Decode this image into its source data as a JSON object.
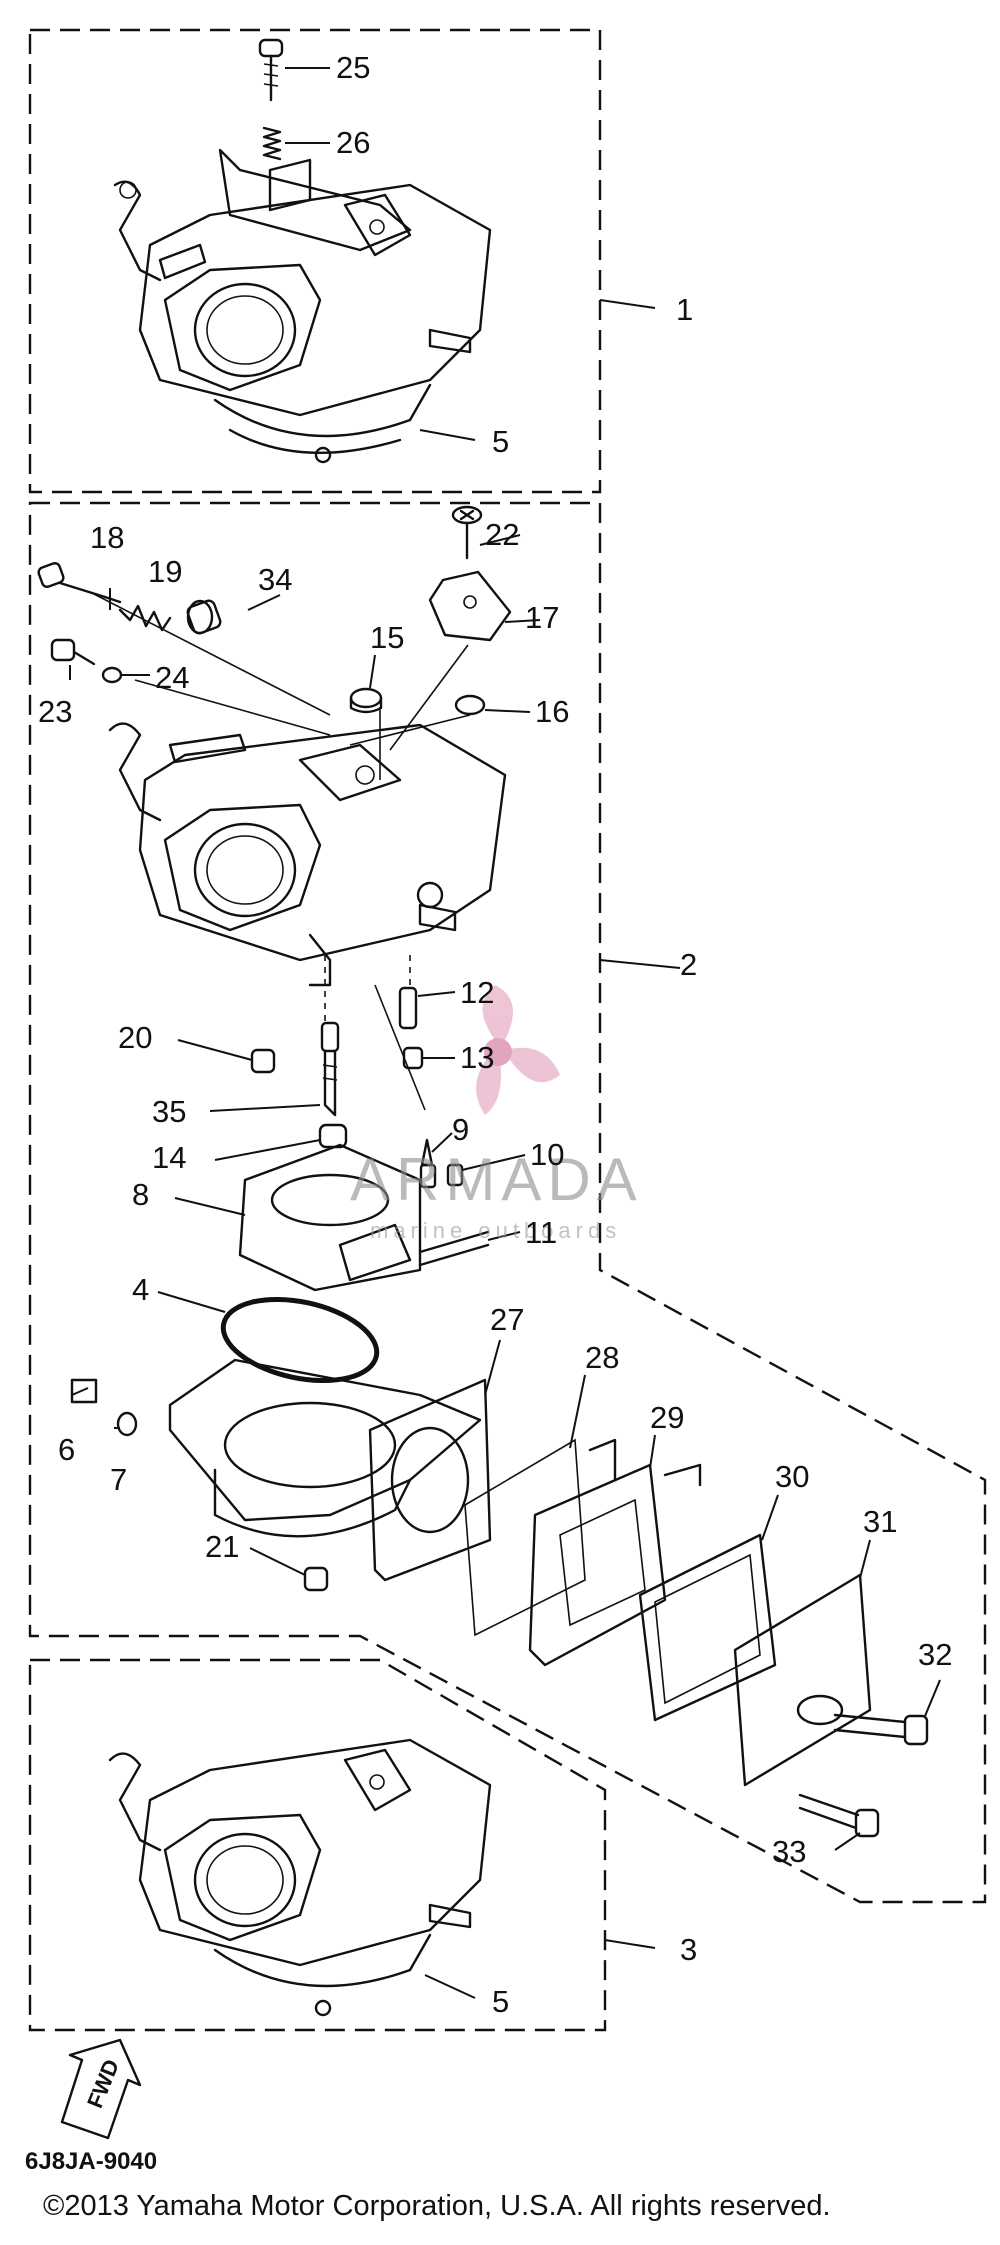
{
  "diagram_code": "6J8JA-9040",
  "copyright": "©2013 Yamaha Motor Corporation, U.S.A. All rights reserved.",
  "fwd_label": "FWD",
  "watermark": {
    "brand": "ARMADA",
    "tagline": "marine outboards"
  },
  "groups": {
    "g1": "1",
    "g2": "2",
    "g3": "3"
  },
  "callouts": {
    "c25": "25",
    "c26": "26",
    "c5a": "5",
    "c18": "18",
    "c19": "19",
    "c34": "34",
    "c22": "22",
    "c17": "17",
    "c15": "15",
    "c16": "16",
    "c23": "23",
    "c24": "24",
    "c12": "12",
    "c13": "13",
    "c20": "20",
    "c35": "35",
    "c9": "9",
    "c10": "10",
    "c14": "14",
    "c8": "8",
    "c11": "11",
    "c4": "4",
    "c27": "27",
    "c28": "28",
    "c29": "29",
    "c30": "30",
    "c31": "31",
    "c6": "6",
    "c7": "7",
    "c21": "21",
    "c32": "32",
    "c33": "33",
    "c5b": "5"
  }
}
